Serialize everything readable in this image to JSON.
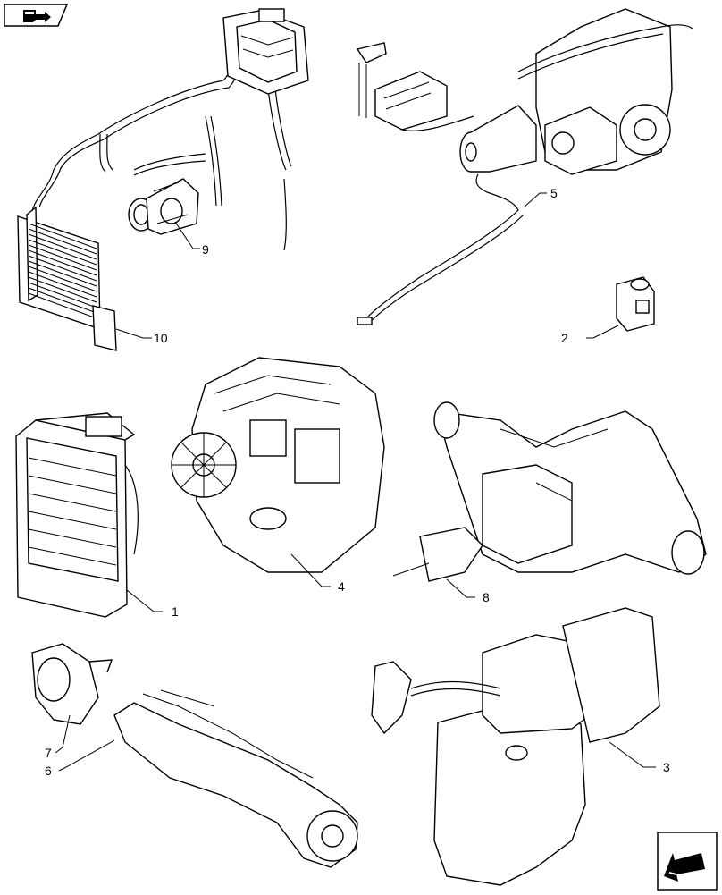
{
  "nav": {
    "top_icon": "book-arrow-icon",
    "bottom_icon": "arrow-back-icon"
  },
  "callouts": {
    "c1": "1",
    "c2": "2",
    "c3": "3",
    "c4": "4",
    "c5": "5",
    "c6": "6",
    "c7": "7",
    "c8": "8",
    "c9": "9",
    "c10": "10"
  }
}
